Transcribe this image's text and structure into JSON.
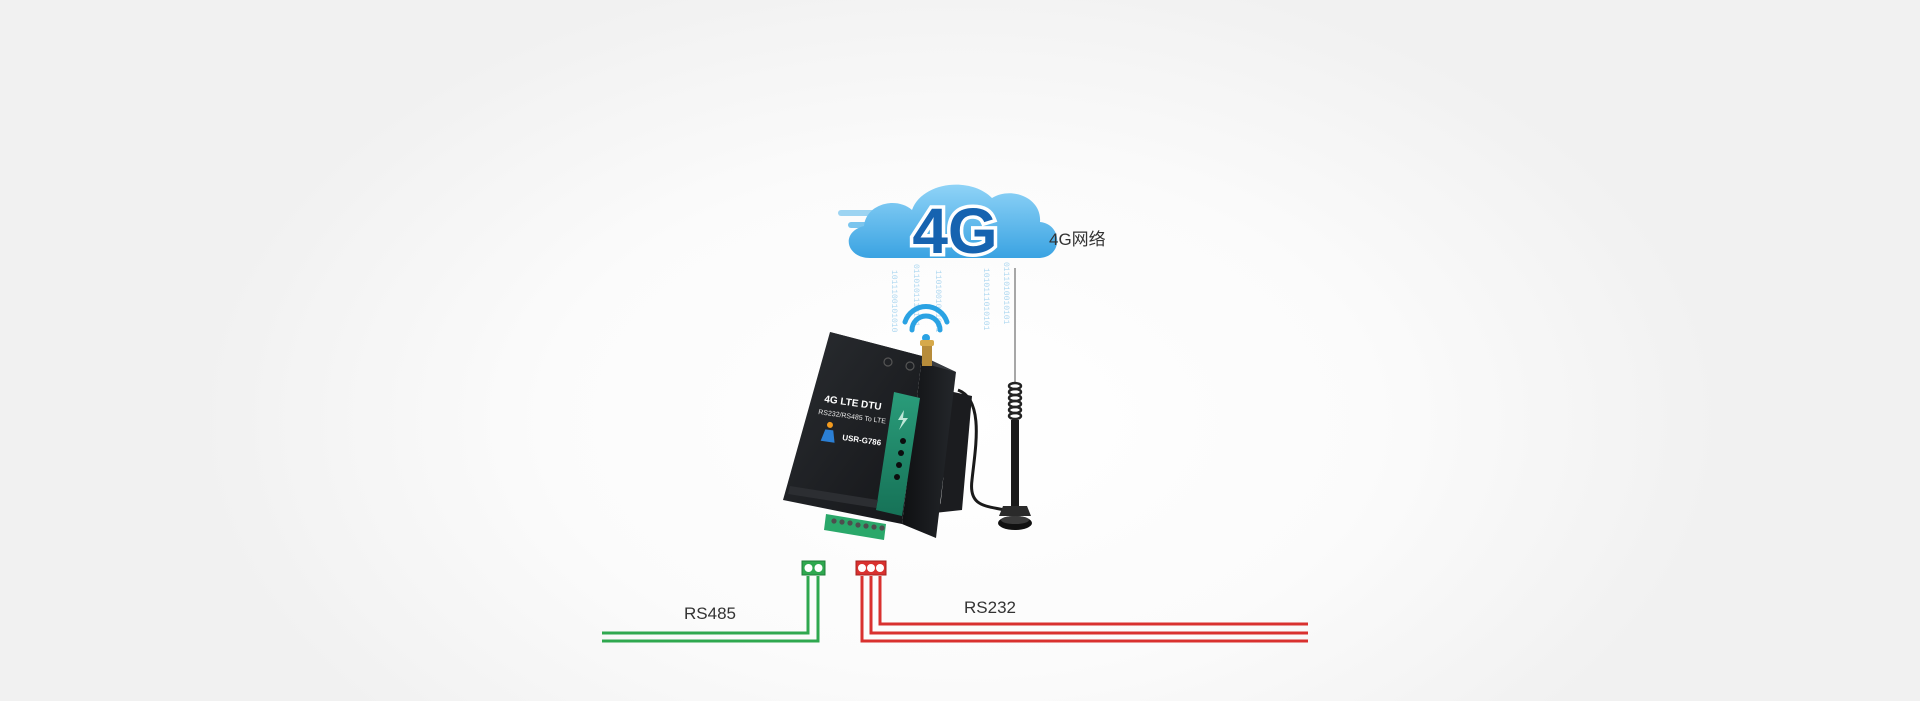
{
  "network": {
    "badge": "4G",
    "label": "4G网络",
    "binary_streams": [
      "1011100101010",
      "0110101110101",
      "1101001011011",
      "1010111010101",
      "0111010010101"
    ]
  },
  "device": {
    "title": "4G LTE DTU",
    "subtitle": "RS232/RS485 To LTE",
    "model": "USR-G786"
  },
  "interfaces": {
    "rs485": {
      "label": "RS485",
      "color": "#2fa84f"
    },
    "rs232": {
      "label": "RS232",
      "color": "#d9312f"
    }
  },
  "colors": {
    "cloud": "#4fb3ea",
    "badge_text": "#1663b0",
    "device_body": "#1f2124",
    "device_accent": "#1f8a6b",
    "signal": "#2aa2e3"
  },
  "icons": [
    "cloud-icon",
    "wifi-signal-icon",
    "antenna-icon",
    "lightning-icon",
    "person-logo-icon"
  ]
}
